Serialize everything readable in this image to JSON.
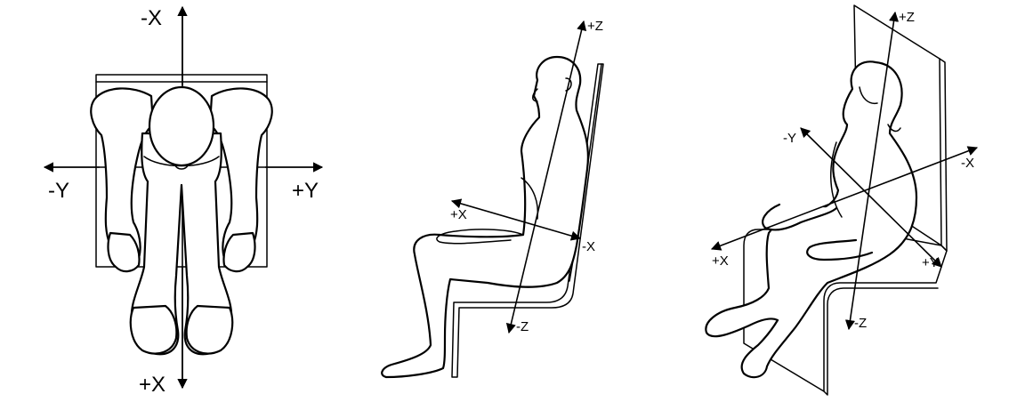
{
  "figures": [
    {
      "view": "top",
      "labels": {
        "neg_x": "-X",
        "pos_x": "+X",
        "neg_y": "-Y",
        "pos_y": "+Y"
      }
    },
    {
      "view": "side",
      "labels": {
        "pos_z": "+Z",
        "neg_z": "-Z",
        "pos_x": "+X",
        "neg_x": "-X"
      }
    },
    {
      "view": "isometric",
      "labels": {
        "pos_z": "+Z",
        "neg_z": "-Z",
        "neg_y": "-Y",
        "pos_y": "+Y",
        "neg_x": "-X",
        "pos_x": "+X"
      }
    }
  ]
}
